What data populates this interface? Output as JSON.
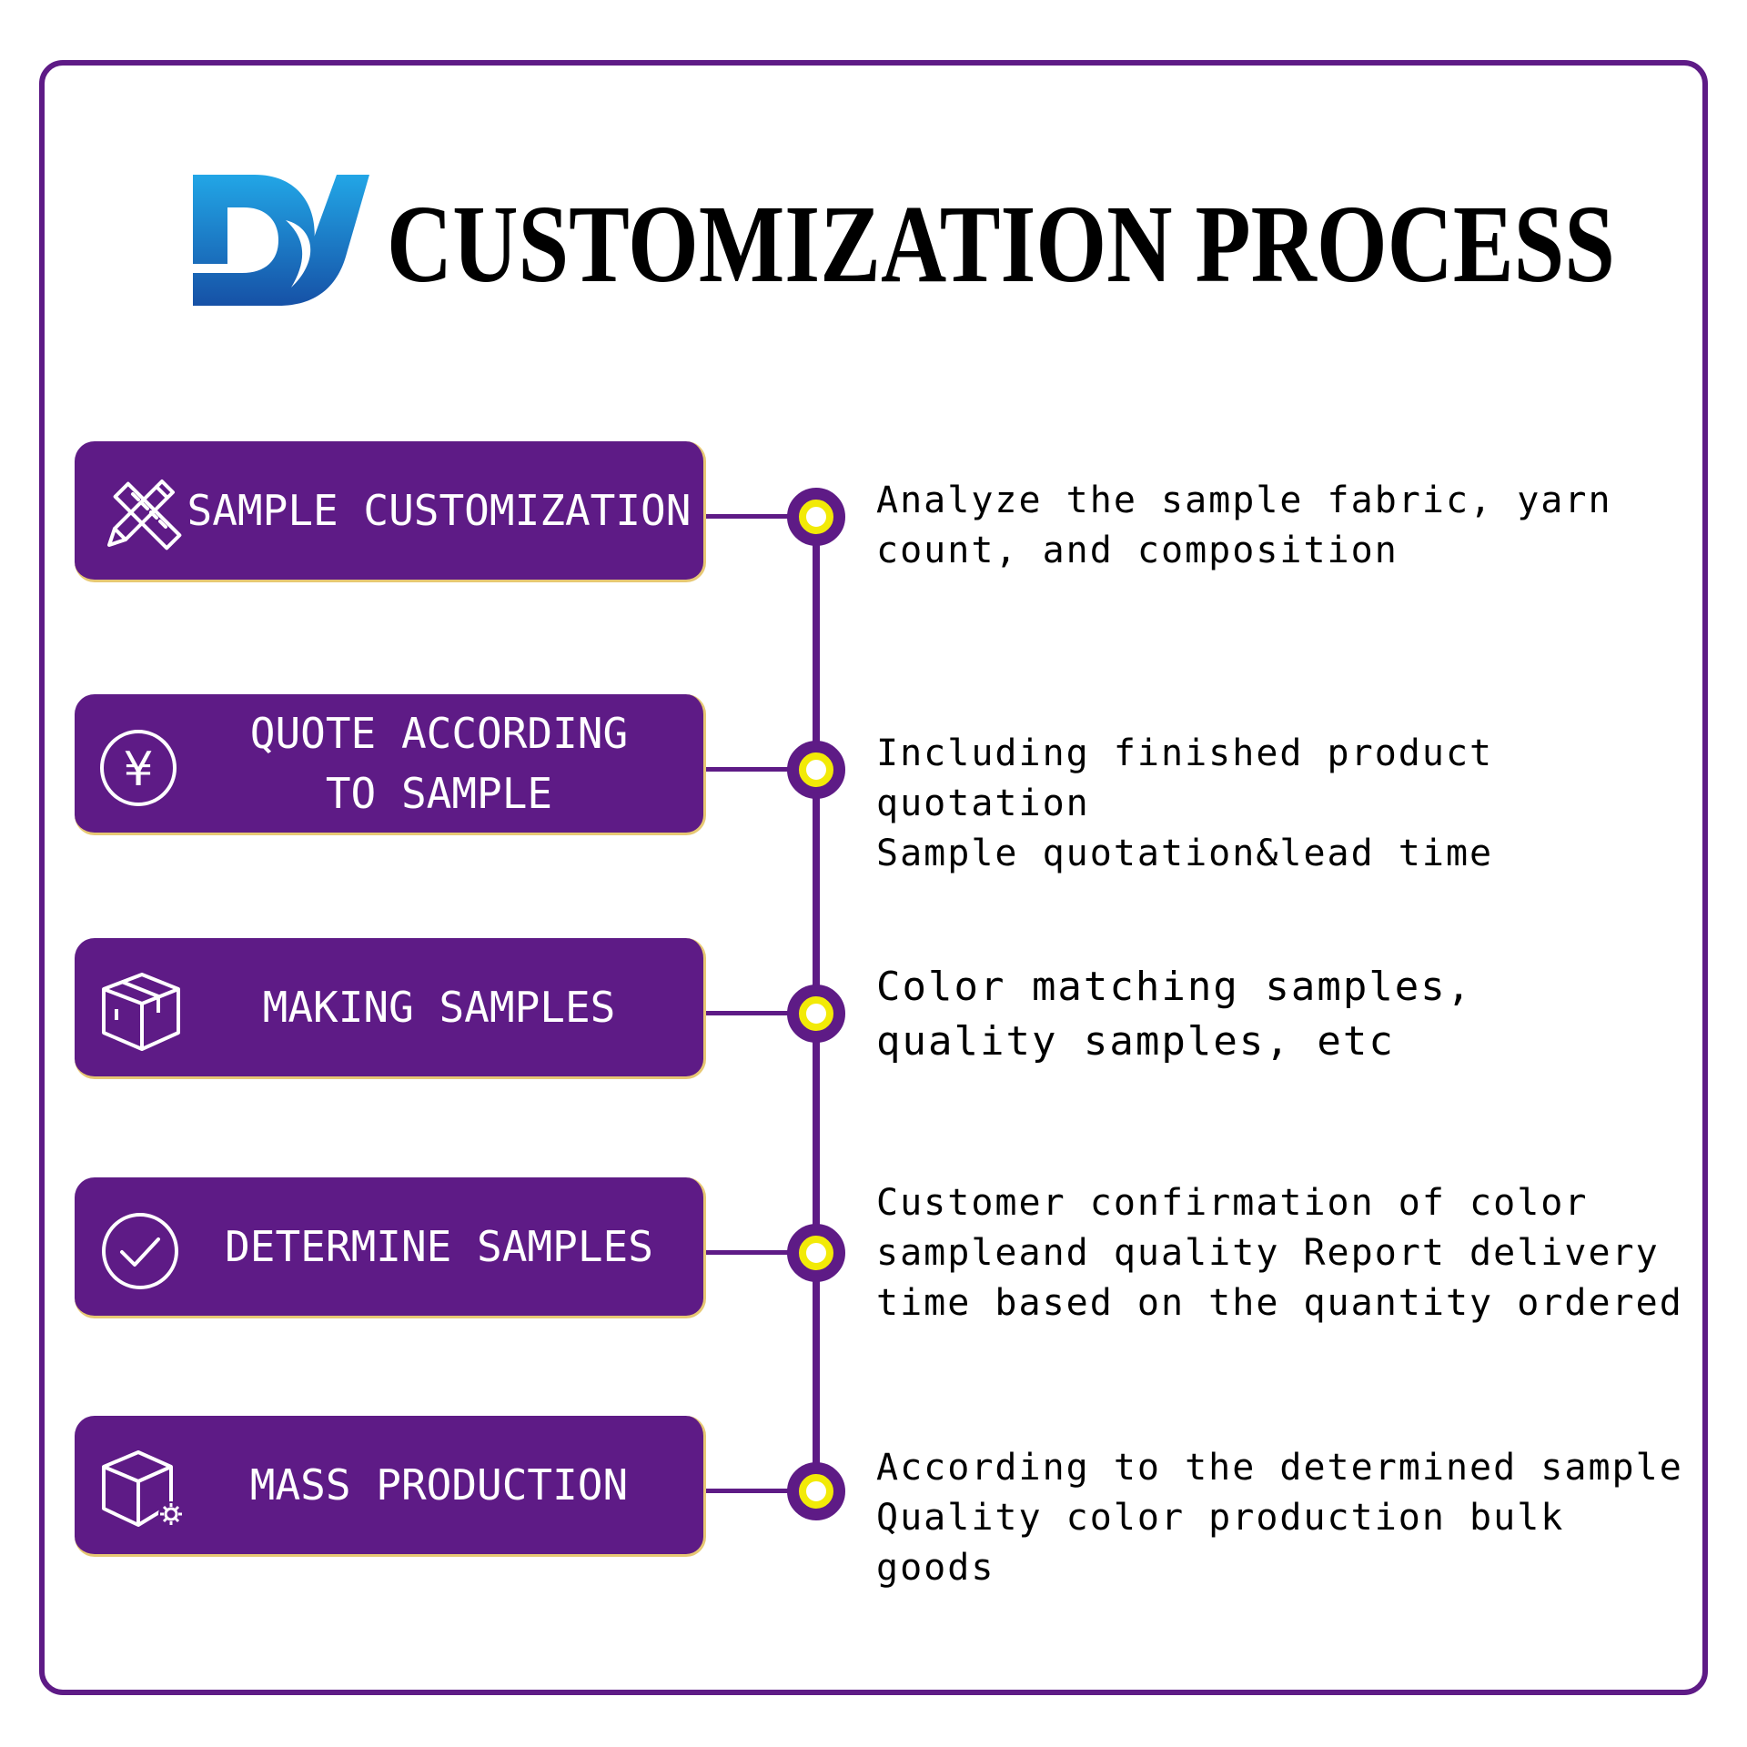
{
  "header": {
    "logo_text": "DJ",
    "title": "CUSTOMIZATION PROCESS"
  },
  "colors": {
    "accent": "#5e1b86",
    "node_ring": "#f2ea07",
    "logo_blue": "#1a7fd1"
  },
  "steps": [
    {
      "label": "SAMPLE CUSTOMIZATION",
      "icon": "pencil-ruler-icon",
      "description": "Analyze the sample fabric, yarn\ncount, and composition"
    },
    {
      "label": "QUOTE ACCORDING\nTO SAMPLE",
      "icon": "yen-circle-icon",
      "description": "Including finished product quotation\nSample quotation&lead time"
    },
    {
      "label": "MAKING SAMPLES",
      "icon": "box-icon",
      "description": "Color matching samples,\nquality samples, etc"
    },
    {
      "label": "DETERMINE SAMPLES",
      "icon": "check-circle-icon",
      "description": "Customer confirmation of color\nsampleand quality Report delivery\ntime based on the quantity ordered"
    },
    {
      "label": "MASS PRODUCTION",
      "icon": "box-gear-icon",
      "description": "According to the determined sample\nQuality color production bulk goods"
    }
  ]
}
